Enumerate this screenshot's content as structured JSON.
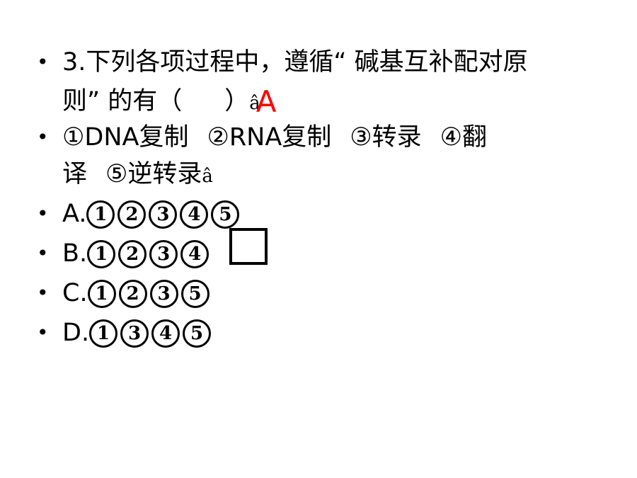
{
  "question": {
    "line1": "3.下列各项过程中，遵循“ 碱基互补配对原",
    "line2": "则” 的有（",
    "line2_close": "）",
    "garbled_char": "â",
    "answer": "A"
  },
  "processes": {
    "p1": "①DNA复制",
    "p2": "②RNA复制",
    "p3": "③转录",
    "p4_line1": "④翻",
    "p4_line2": "译",
    "p5": "⑤逆转录",
    "garbled_char": "â"
  },
  "options": [
    {
      "label": "A.",
      "nums": [
        "1",
        "2",
        "3",
        "4",
        "5"
      ]
    },
    {
      "label": "B.",
      "nums": [
        "1",
        "2",
        "3",
        "4"
      ]
    },
    {
      "label": "C.",
      "nums": [
        "1",
        "2",
        "3",
        "5"
      ]
    },
    {
      "label": "D.",
      "nums": [
        "1",
        "3",
        "4",
        "5"
      ]
    }
  ],
  "bullet_char": "•",
  "colors": {
    "text": "#000000",
    "answer": "#ff0000",
    "background": "#ffffff"
  }
}
